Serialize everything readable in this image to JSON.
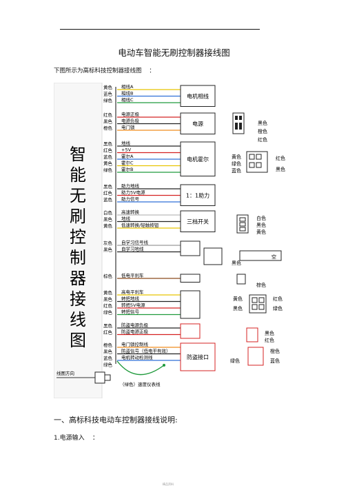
{
  "page": {
    "title": "电动车智能无刷控制器接线图",
    "intro": "下图所示为高标科技控制器接线图",
    "intro_colon": "：",
    "section_heading": "一、高标科技电动车控制器接线说明:",
    "subheading": "1.电源输入",
    "subheading_colon": "：",
    "footer": "精品资料"
  },
  "diagram": {
    "side_title": [
      "智",
      "能",
      "无",
      "刷",
      "控",
      "制",
      "器",
      "接",
      "线",
      "图"
    ],
    "groups": [
      {
        "colors": [
          "黄色",
          "蓝色",
          "绿色"
        ],
        "wires": [
          "相线A",
          "相线B",
          "相线C"
        ],
        "label": "电机相线",
        "wire_colors": [
          "#e8c400",
          "#2f6fd6",
          "#1f9a3c"
        ]
      },
      {
        "colors": [
          "红色",
          "黑色",
          "橙色"
        ],
        "wires": [
          "电源正极",
          "电源负极",
          "电门锁"
        ],
        "label": "电源",
        "wire_colors": [
          "#d42020",
          "#222222",
          "#f08c1c"
        ]
      },
      {
        "colors": [
          "黑色",
          "红色",
          "蓝色",
          "黄色",
          "绿色"
        ],
        "wires": [
          "地线",
          "+5V",
          "霍尔A",
          "霍尔C",
          "霍尔B"
        ],
        "label": "电机霍尔",
        "wire_colors": [
          "#222222",
          "#d42020",
          "#2f6fd6",
          "#e8c400",
          "#1f9a3c"
        ]
      },
      {
        "colors": [
          "黑色",
          "红色",
          "蓝色"
        ],
        "wires": [
          "助力地线",
          "助力5V电源",
          "助力信号"
        ],
        "label": "1：1助力",
        "wire_colors": [
          "#222222",
          "#d42020",
          "#2f6fd6"
        ]
      },
      {
        "colors": [
          "白色",
          "黑色",
          "黄色"
        ],
        "wires": [
          "高速转换",
          "地线",
          "低速转换/轻触按钮"
        ],
        "label": "三档开关",
        "wire_colors": [
          "#bbbbbb",
          "#222222",
          "#e8c400"
        ]
      },
      {
        "colors": [
          "灰色",
          "黑色"
        ],
        "wires": [
          "自学习信号线",
          "自学习地线"
        ],
        "label": "",
        "wire_colors": [
          "#999999",
          "#222222"
        ]
      },
      {
        "colors": [
          "棕色"
        ],
        "wires": [
          "低电平刹车"
        ],
        "label": "",
        "wire_colors": [
          "#8b4a1c"
        ]
      },
      {
        "colors": [
          "黄色",
          "黑色",
          "红色",
          "绿色"
        ],
        "wires": [
          "高电平刹车",
          "转把地线",
          "转把5V电源",
          "转把信号"
        ],
        "label": "",
        "wire_colors": [
          "#e8c400",
          "#222222",
          "#d42020",
          "#1f9a3c"
        ]
      },
      {
        "colors": [
          "黑色",
          "红色"
        ],
        "wires": [
          "防盗电源负极",
          "防盗电源正极"
        ],
        "label": "",
        "wire_colors": [
          "#222222",
          "#d42020"
        ]
      },
      {
        "colors": [
          "橙色",
          "黑色",
          "蓝色",
          "绿色"
        ],
        "wires": [
          "电门锁控制线",
          "防盗信号（低电平有效）",
          "电机转动检测线"
        ],
        "label": "防盗接口",
        "wire_colors": [
          "#f08c1c",
          "#222222",
          "#2f6fd6",
          "#1f9a3c"
        ]
      }
    ],
    "connectors": {
      "power": [
        "黑色",
        "橙色",
        "红色"
      ],
      "hall": [
        "黄色",
        "绿色",
        "蓝色",
        "红色",
        "黑色"
      ],
      "assist": [
        "白色",
        "黑色",
        "黄色"
      ],
      "learn_black": "黑色",
      "learn_kong": "空",
      "brown": "棕色",
      "brake": [
        "黄色",
        "黑色",
        "红色",
        "绿色"
      ],
      "antitheft_pwr": [
        "黑色",
        "红色"
      ],
      "antitheft": [
        "橙色",
        "绿色",
        "蓝色"
      ],
      "speedo": "（绿色）速度仪表线",
      "view_dir": "线图方向"
    }
  }
}
